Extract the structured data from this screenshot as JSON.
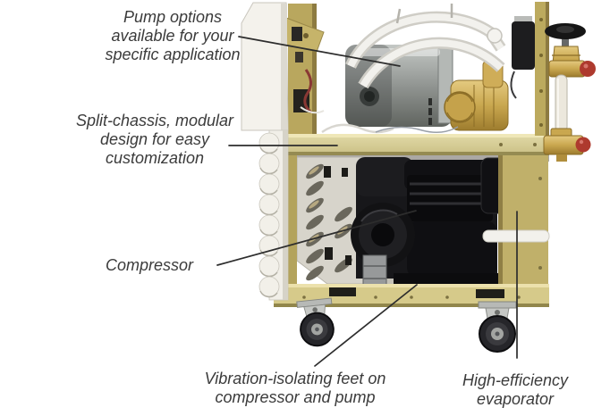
{
  "figure": {
    "kind": "annotated-product-diagram",
    "subject": "Split-chassis recirculating chiller shown with side panel removed"
  },
  "annotations": {
    "pump_options": "Pump options\navailable for your\nspecific application",
    "split_chassis": "Split-chassis, modular\ndesign for easy\ncustomization",
    "compressor": "Compressor",
    "vibration_feet": "Vibration-isolating feet on\ncompressor and pump",
    "evaporator": "High-efficiency\nevaporator"
  },
  "colors": {
    "background": "#ffffff",
    "frame_gold": "#bcaa5e",
    "shelf_gold": "#d8cf9c",
    "base_gold": "#d6ca8a",
    "brass": "#c9a74f",
    "red_cap": "#ae3a2e",
    "motor_gray": "#969a97",
    "compressor_black": "#141416",
    "panel_white": "#f1efe8",
    "leader_line": "#2d2d2d",
    "label_text": "#3b3b3b"
  }
}
